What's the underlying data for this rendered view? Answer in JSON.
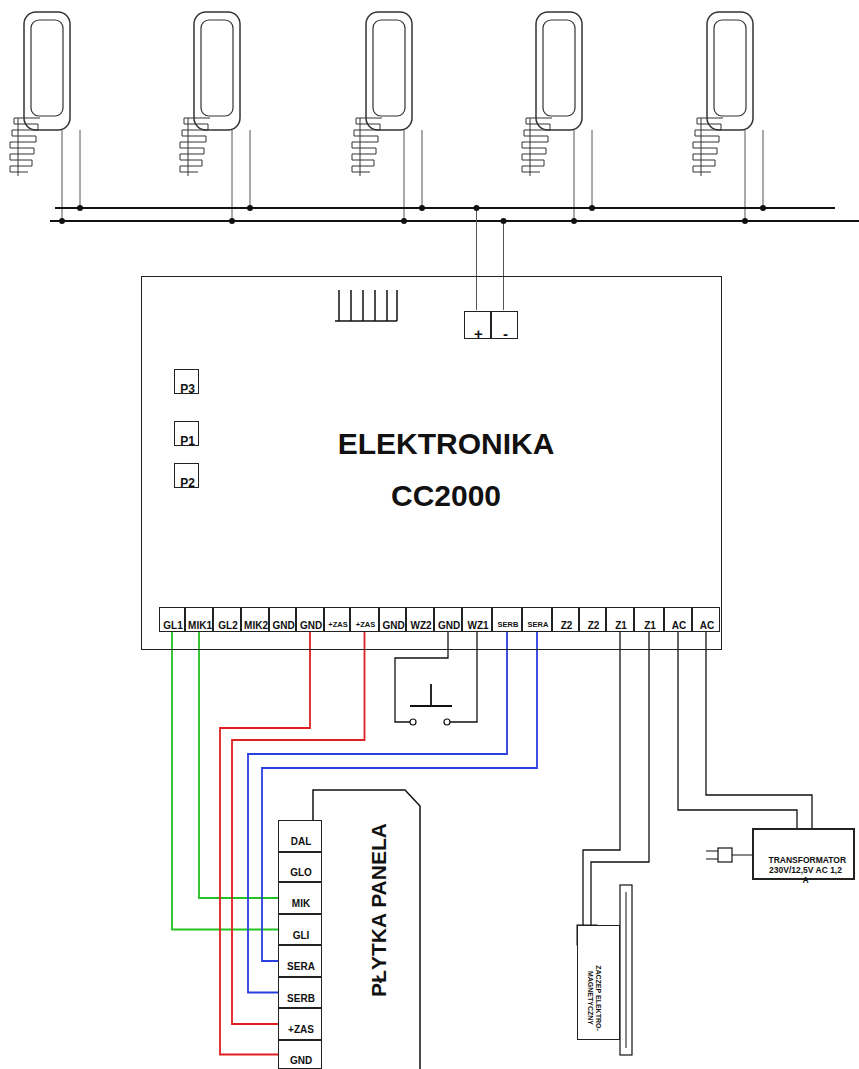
{
  "diagram": {
    "nodes": [
      {
        "text": [
          "ELEKTRONIKA",
          "CC2000"
        ]
      },
      {
        "text": [
          "P3"
        ],
        "in": 0
      },
      {
        "text": [
          "P1"
        ],
        "in": 0
      },
      {
        "text": [
          "P2"
        ],
        "in": 0
      },
      {
        "text": [
          "+"
        ],
        "in": 0
      },
      {
        "text": [
          "-"
        ],
        "in": 0
      },
      {
        "text": [
          "GL1"
        ],
        "in": 0
      },
      {
        "text": [
          "MIK1"
        ],
        "in": 0
      },
      {
        "text": [
          "GL2"
        ],
        "in": 0
      },
      {
        "text": [
          "MIK2"
        ],
        "in": 0
      },
      {
        "text": [
          "GND"
        ],
        "in": 0
      },
      {
        "text": [
          "GND"
        ],
        "in": 0
      },
      {
        "text": [
          "+ZAS"
        ],
        "in": 0
      },
      {
        "text": [
          "+ZAS"
        ],
        "in": 0
      },
      {
        "text": [
          "GND"
        ],
        "in": 0
      },
      {
        "text": [
          "WZ2"
        ],
        "in": 0
      },
      {
        "text": [
          "GND"
        ],
        "in": 0
      },
      {
        "text": [
          "WZ1"
        ],
        "in": 0
      },
      {
        "text": [
          "SERB"
        ],
        "in": 0
      },
      {
        "text": [
          "SERA"
        ],
        "in": 0
      },
      {
        "text": [
          "Z2"
        ],
        "in": 0
      },
      {
        "text": [
          "Z2"
        ],
        "in": 0
      },
      {
        "text": [
          "Z1"
        ],
        "in": 0
      },
      {
        "text": [
          "Z1"
        ],
        "in": 0
      },
      {
        "text": [
          "AC"
        ],
        "in": 0
      },
      {
        "text": [
          "AC"
        ],
        "in": 0
      },
      {
        "text": [
          "PŁYTKA PANELA"
        ]
      },
      {
        "text": [
          "DAL"
        ],
        "in": 26
      },
      {
        "text": [
          "GLO"
        ],
        "in": 26
      },
      {
        "text": [
          "MIK"
        ],
        "in": 26
      },
      {
        "text": [
          "GLI"
        ],
        "in": 26
      },
      {
        "text": [
          "SERA"
        ],
        "in": 26
      },
      {
        "text": [
          "SERB"
        ],
        "in": 26
      },
      {
        "text": [
          "+ZAS"
        ],
        "in": 26
      },
      {
        "text": [
          "GND"
        ],
        "in": 26
      },
      {
        "text": [
          "ZACZEP ELEKTRO- MAGNETYCZNY"
        ]
      },
      {
        "text": [
          "TRANSFORMATOR 230V/12,5V AC 1,2 A"
        ]
      }
    ],
    "edges": [
      {
        "from": 6,
        "to": 30,
        "arrow": "none"
      },
      {
        "from": 7,
        "to": 29,
        "arrow": "none"
      },
      {
        "from": 11,
        "to": 34,
        "arrow": "none"
      },
      {
        "from": 13,
        "to": 33,
        "arrow": "none"
      },
      {
        "from": 18,
        "to": 32,
        "arrow": "none"
      },
      {
        "from": 19,
        "to": 31,
        "arrow": "none"
      },
      {
        "from": 22,
        "to": 35,
        "arrow": "none"
      },
      {
        "from": 23,
        "to": 35,
        "arrow": "none"
      },
      {
        "from": 24,
        "to": 36,
        "arrow": "none"
      },
      {
        "from": 25,
        "to": 36,
        "arrow": "none"
      }
    ]
  }
}
